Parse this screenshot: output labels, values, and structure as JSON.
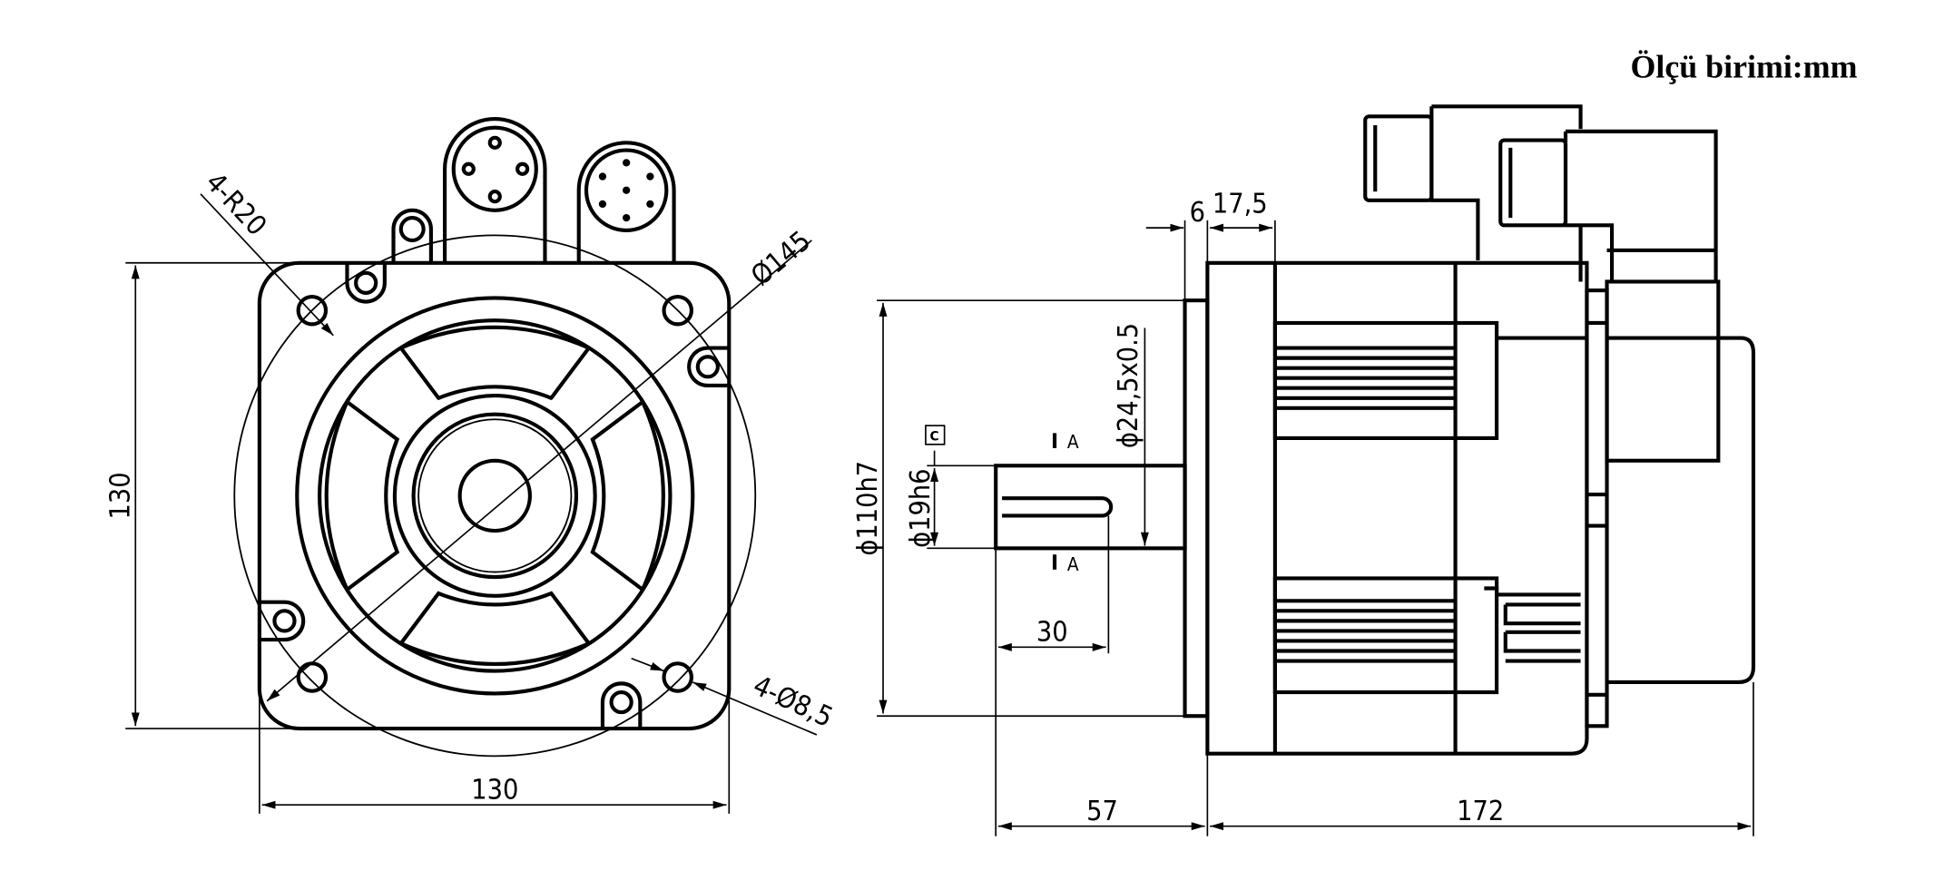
{
  "title": "Ölçü birimi:mm",
  "front_view": {
    "width_label": "130",
    "height_label": "130",
    "bolt_circle_label": "Ø145",
    "corner_radius_label": "4-R20",
    "holes_label": "4-Ø8,5"
  },
  "side_view": {
    "pilot_label": "ϕ110h7",
    "shaft_label": "ϕ19h6",
    "shoulder_label": "ϕ24,5x0.5",
    "flange_thickness_label": "6",
    "flange_depth_label": "17,5",
    "key_length_label": "30",
    "shaft_length_label": "57",
    "body_length_label": "172",
    "datum_label": "C",
    "section_label_top": "A",
    "section_label_bottom": "A"
  }
}
